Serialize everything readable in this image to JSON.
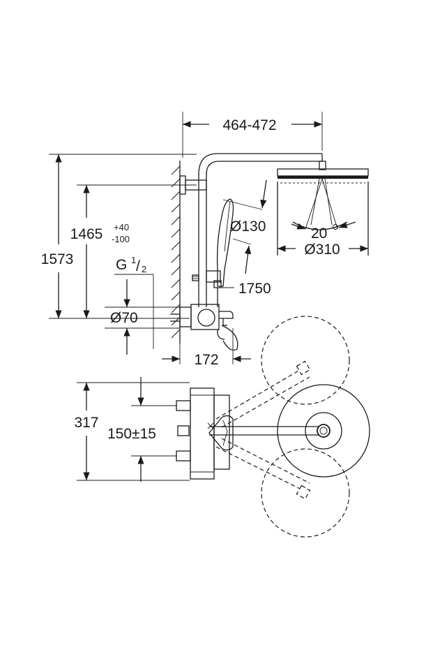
{
  "dimensions": {
    "head_reach": "464-472",
    "height_total": "1573",
    "height_inlet": "1465",
    "tolerance_plus": "+40",
    "tolerance_minus": "-100",
    "thread": "G",
    "thread_num": "1",
    "thread_den": "2",
    "inlet_diameter": "Ø70",
    "hand_shower_diameter": "Ø130",
    "head_angle": "20",
    "head_diameter": "Ø310",
    "hose_length": "1750",
    "spout_projection": "172",
    "plan_height": "317",
    "inlet_spacing": "150±15"
  }
}
